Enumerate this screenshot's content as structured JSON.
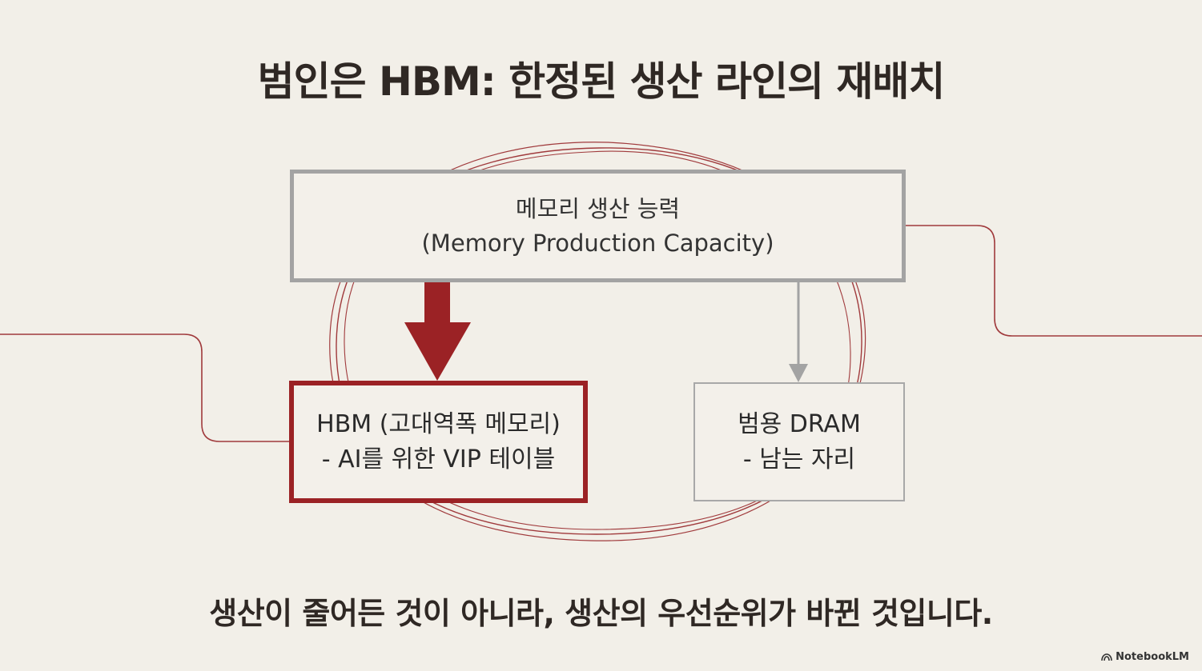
{
  "title": "범인은 HBM: 한정된 생산 라인의 재배치",
  "source_box": {
    "line1": "메모리 생산 능력",
    "line2": "(Memory Production Capacity)"
  },
  "hbm_box": {
    "line1": "HBM (고대역폭 메모리)",
    "line2": "- AI를 위한 VIP 테이블"
  },
  "dram_box": {
    "line1": "범용 DRAM",
    "line2": "- 남는 자리"
  },
  "conclusion": "생산이 줄어든 것이 아니라, 생산의 우선순위가 바뀐 것입니다.",
  "brand": "NotebookLM",
  "icons": {
    "brand": "notebooklm-logo-icon"
  },
  "colors": {
    "background": "#f2efe8",
    "accent_red": "#9b2225",
    "neutral_gray": "#a3a3a3",
    "text": "#2b2521"
  }
}
